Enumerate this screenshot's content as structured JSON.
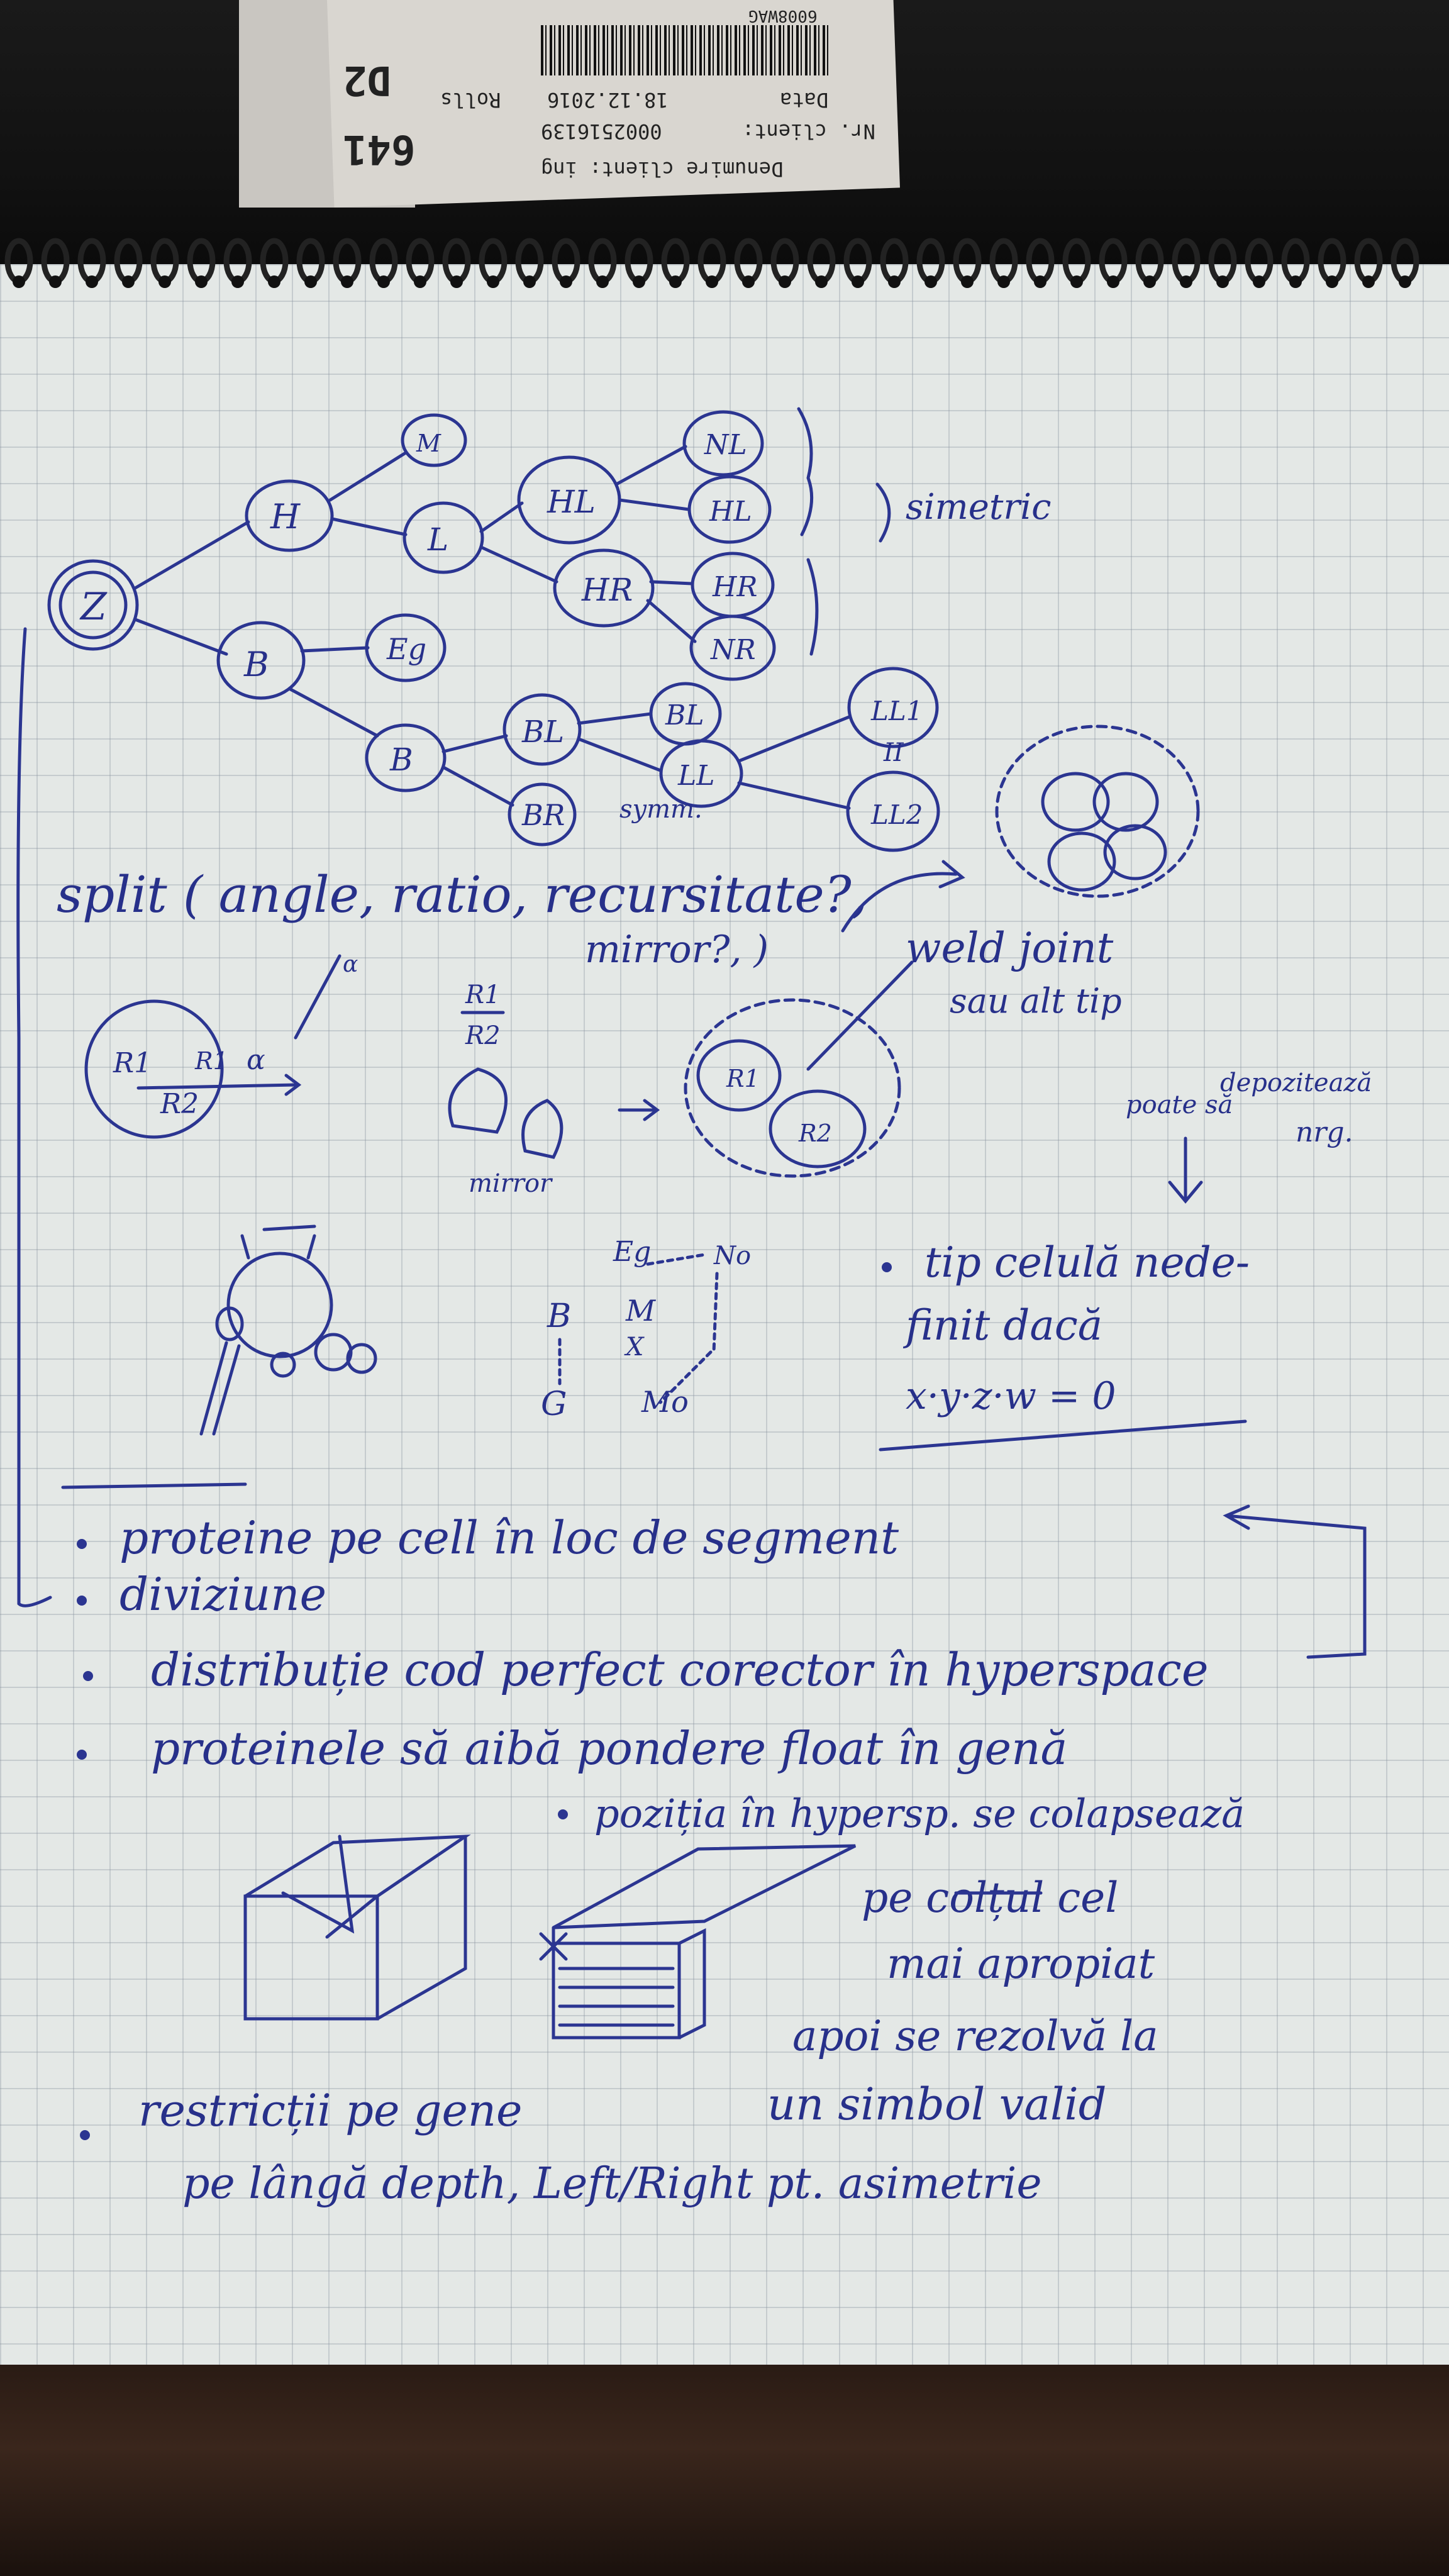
{
  "receipt": {
    "code": "6008WAG",
    "data_label": "Data",
    "date": "18.12.2016",
    "client_label": "Nr. client:",
    "client_no": "0002516139",
    "denumire_label": "Denumire client: ing",
    "tag_top": "D2",
    "tag_bottom": "641",
    "extra": "Rolls"
  },
  "tree": {
    "root": "Z",
    "nodes": [
      "H",
      "B",
      "M",
      "L",
      "Eg",
      "B",
      "HL",
      "HR",
      "NL",
      "HL",
      "HR",
      "NR",
      "BL",
      "BR",
      "BL",
      "LL",
      "LL1",
      "LL2"
    ],
    "simetric": "simetric",
    "symm": "symm.",
    "equals": "II"
  },
  "split": {
    "line": "split ( angle, ratio, recursitate?,",
    "line2": "mirror?, )",
    "r1": "R1",
    "r2": "R2",
    "alpha": "α",
    "ratio_top": "R1",
    "ratio_bottom": "R2",
    "mirror": "mirror",
    "weld1": "weld joint",
    "weld2": "sau alt tip"
  },
  "symbols": {
    "eg": "Eg",
    "no": "No",
    "b": "B",
    "m": "M",
    "x": "X",
    "g": "G",
    "mo": "Mo"
  },
  "note_right": {
    "poate1": "poate să",
    "poate2": "depozitează",
    "poate3": "nrg.",
    "l1": "tip celulă nede-",
    "l2": "finit dacă",
    "l3": "x·y·z·w = 0"
  },
  "bullets": [
    "proteine pe cell în loc de segment",
    "diviziune",
    "distribuție cod perfect corector în hyperspace",
    "proteinele să aibă pondere float în genă"
  ],
  "hyper": {
    "l1": "poziția în hypersp. se colapsează",
    "l2": "pe colțul cel",
    "l3": "mai apropiat",
    "l4": "apoi se rezolvă la",
    "l5": "un simbol valid"
  },
  "last": {
    "l1": "restricții pe gene",
    "l2": "pe lângă depth, Left/Right pt. asimetrie"
  }
}
